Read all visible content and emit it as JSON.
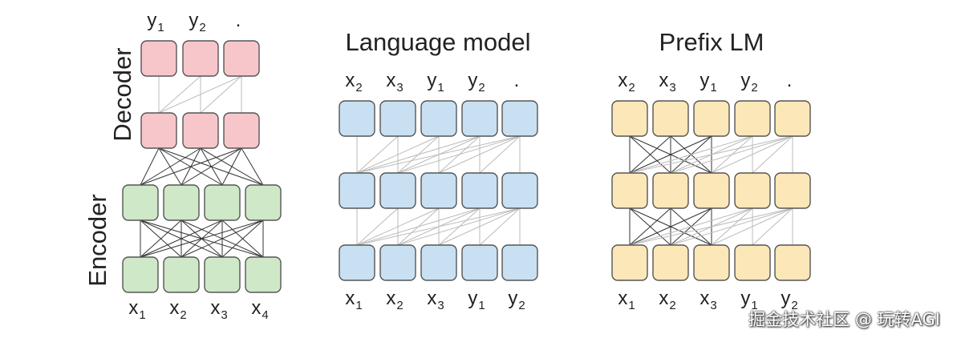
{
  "colors": {
    "decoder_fill": "#f6c6cb",
    "encoder_fill": "#cfe8c8",
    "lm_fill": "#c8e0f2",
    "prefix_fill": "#fbe7b8",
    "box_stroke": "#555555",
    "line_dark": "#333333",
    "line_light": "#bbbbbb",
    "text": "#222222"
  },
  "panels": {
    "encdec": {
      "decoder_label": "Decoder",
      "encoder_label": "Encoder",
      "top_tokens": [
        {
          "b": "y",
          "s": "1"
        },
        {
          "b": "y",
          "s": "2"
        },
        {
          "b": ".",
          "s": ""
        }
      ],
      "bottom_tokens": [
        {
          "b": "x",
          "s": "1"
        },
        {
          "b": "x",
          "s": "2"
        },
        {
          "b": "x",
          "s": "3"
        },
        {
          "b": "x",
          "s": "4"
        }
      ]
    },
    "lm": {
      "title": "Language model",
      "top_tokens": [
        {
          "b": "x",
          "s": "2"
        },
        {
          "b": "x",
          "s": "3"
        },
        {
          "b": "y",
          "s": "1"
        },
        {
          "b": "y",
          "s": "2"
        },
        {
          "b": ".",
          "s": ""
        }
      ],
      "bottom_tokens": [
        {
          "b": "x",
          "s": "1"
        },
        {
          "b": "x",
          "s": "2"
        },
        {
          "b": "x",
          "s": "3"
        },
        {
          "b": "y",
          "s": "1"
        },
        {
          "b": "y",
          "s": "2"
        }
      ]
    },
    "prefix": {
      "title": "Prefix LM",
      "top_tokens": [
        {
          "b": "x",
          "s": "2"
        },
        {
          "b": "x",
          "s": "3"
        },
        {
          "b": "y",
          "s": "1"
        },
        {
          "b": "y",
          "s": "2"
        },
        {
          "b": ".",
          "s": ""
        }
      ],
      "bottom_tokens": [
        {
          "b": "x",
          "s": "1"
        },
        {
          "b": "x",
          "s": "2"
        },
        {
          "b": "x",
          "s": "3"
        },
        {
          "b": "y",
          "s": "1"
        },
        {
          "b": "y",
          "s": "2"
        }
      ]
    }
  },
  "watermark": "掘金技术社区 @ 玩转AGI"
}
